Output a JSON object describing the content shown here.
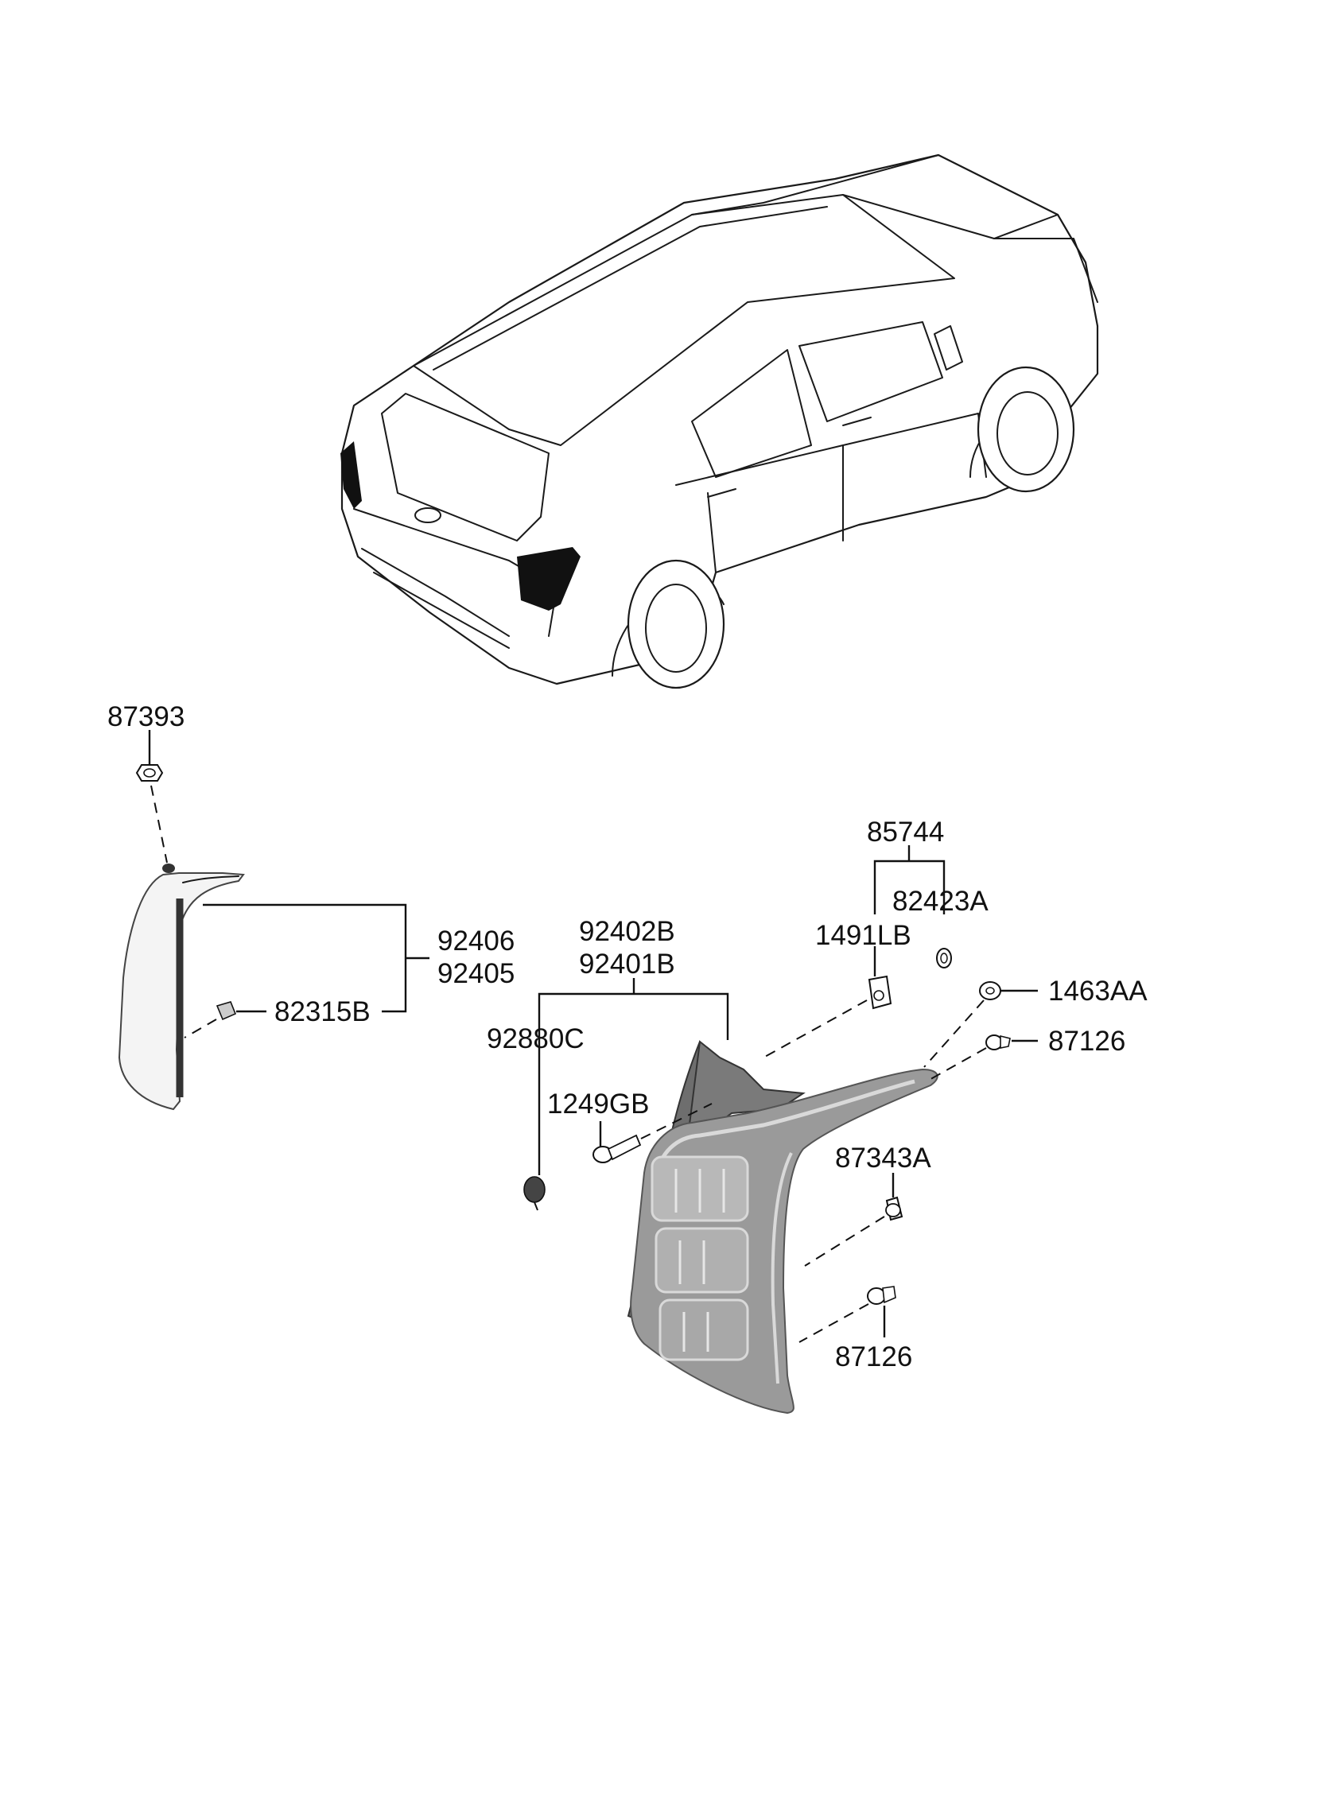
{
  "labels": {
    "p87393": "87393",
    "p92406": "92406",
    "p92405": "92405",
    "p82315B": "82315B",
    "p85744": "85744",
    "p82423A": "82423A",
    "p1491LB": "1491LB",
    "p92402B": "92402B",
    "p92401B": "92401B",
    "p1463AA": "1463AA",
    "p87126_top": "87126",
    "p92880C": "92880C",
    "p1249GB": "1249GB",
    "p87343A": "87343A",
    "p87126_bottom": "87126"
  },
  "colors": {
    "line": "#111111",
    "lamp_dark": "#6e6e6e",
    "lamp_mid": "#9a9a9a",
    "lamp_light": "#d9d9d9",
    "highlight": "#111111"
  }
}
